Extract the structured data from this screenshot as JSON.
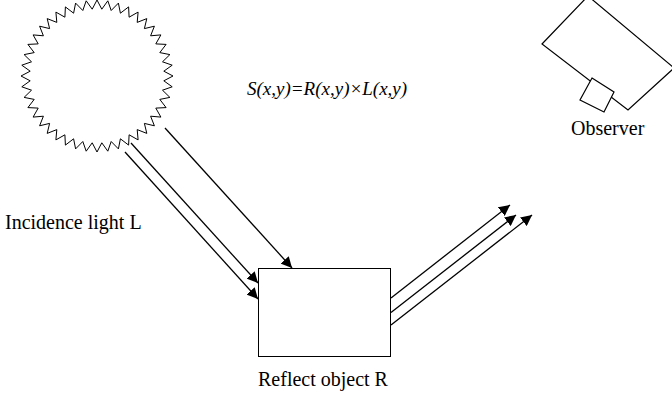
{
  "diagram": {
    "nodes": [
      {
        "text": [
          "Incidence light L"
        ]
      },
      {
        "text": [
          "Reflect object R"
        ]
      },
      {
        "text": [
          "Observer"
        ]
      }
    ],
    "edges": [
      {
        "from": 0,
        "to": 1,
        "arrow": "to"
      },
      {
        "from": 0,
        "to": 1,
        "arrow": "to"
      },
      {
        "from": 0,
        "to": 1,
        "arrow": "to"
      },
      {
        "from": 1,
        "to": 2,
        "arrow": "to"
      },
      {
        "from": 1,
        "to": 2,
        "arrow": "to"
      },
      {
        "from": 1,
        "to": 2,
        "arrow": "to"
      }
    ],
    "labels": [
      "S(x,y)=R(x,y)×L(x,y)"
    ]
  }
}
